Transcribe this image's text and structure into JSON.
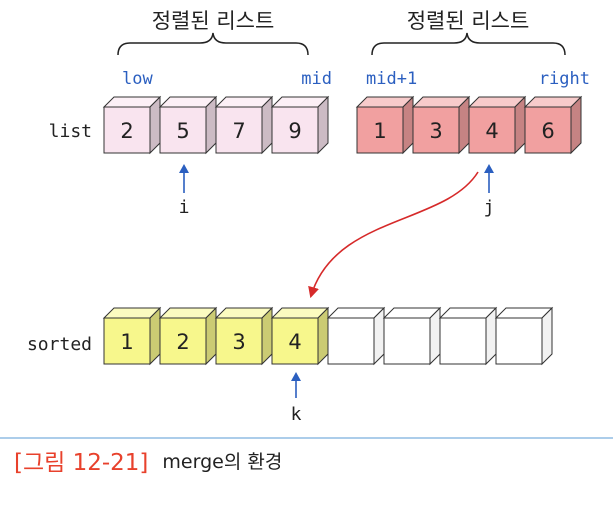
{
  "header_left": "정렬된 리스트",
  "header_right": "정렬된 리스트",
  "labels": {
    "low": "low",
    "mid": "mid",
    "mid1": "mid+1",
    "right": "right",
    "list": "list",
    "sorted": "sorted",
    "i": "i",
    "j": "j",
    "k": "k"
  },
  "list_left": [
    "2",
    "5",
    "7",
    "9"
  ],
  "list_right": [
    "1",
    "3",
    "4",
    "6"
  ],
  "sorted": [
    "1",
    "2",
    "3",
    "4",
    "",
    "",
    "",
    ""
  ],
  "caption": {
    "number": "[그림 12-21]",
    "text": "merge의 환경"
  },
  "colors": {
    "pink": "#f9e4ef",
    "red": "#f1a0a0",
    "yellow": "#f7f78c",
    "blue": "#2b5fc0",
    "arrow_red": "#d62a2a",
    "caption_red": "#e8412c"
  }
}
